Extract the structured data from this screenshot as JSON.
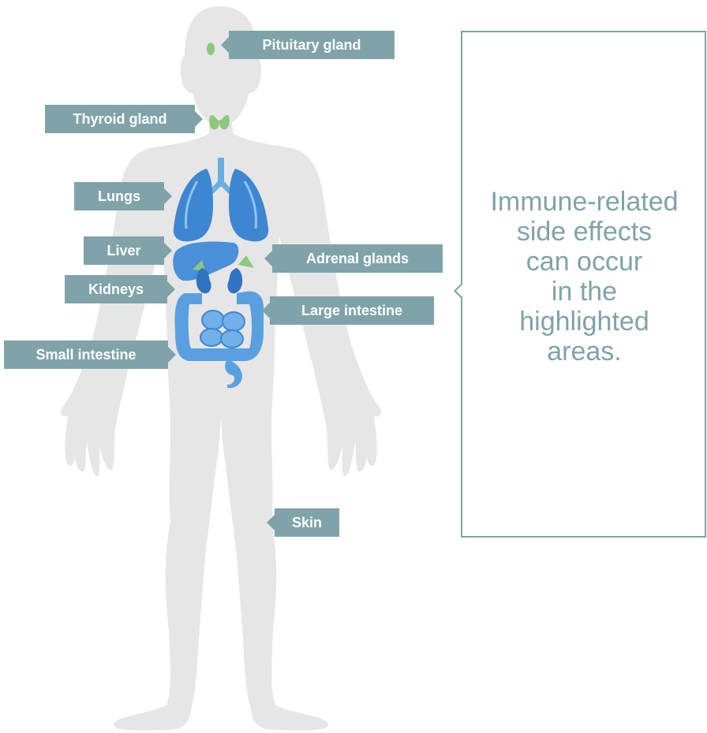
{
  "colors": {
    "body_silhouette": "#e6e6e6",
    "organ_blue": "#4a90d9",
    "gland_green": "#8cc97a",
    "label_background": "#7fa3a9",
    "label_text": "#ffffff",
    "callout_text": "#7fa3a9"
  },
  "labels": {
    "pituitary": "Pituitary gland",
    "thyroid": "Thyroid gland",
    "lungs": "Lungs",
    "liver": "Liver",
    "adrenal": "Adrenal glands",
    "kidneys": "Kidneys",
    "large_intestine": "Large intestine",
    "small_intestine": "Small intestine",
    "skin": "Skin"
  },
  "callout": {
    "lines": [
      "Immune-related",
      "side effects",
      "can occur",
      "in the",
      "highlighted",
      "areas."
    ]
  }
}
